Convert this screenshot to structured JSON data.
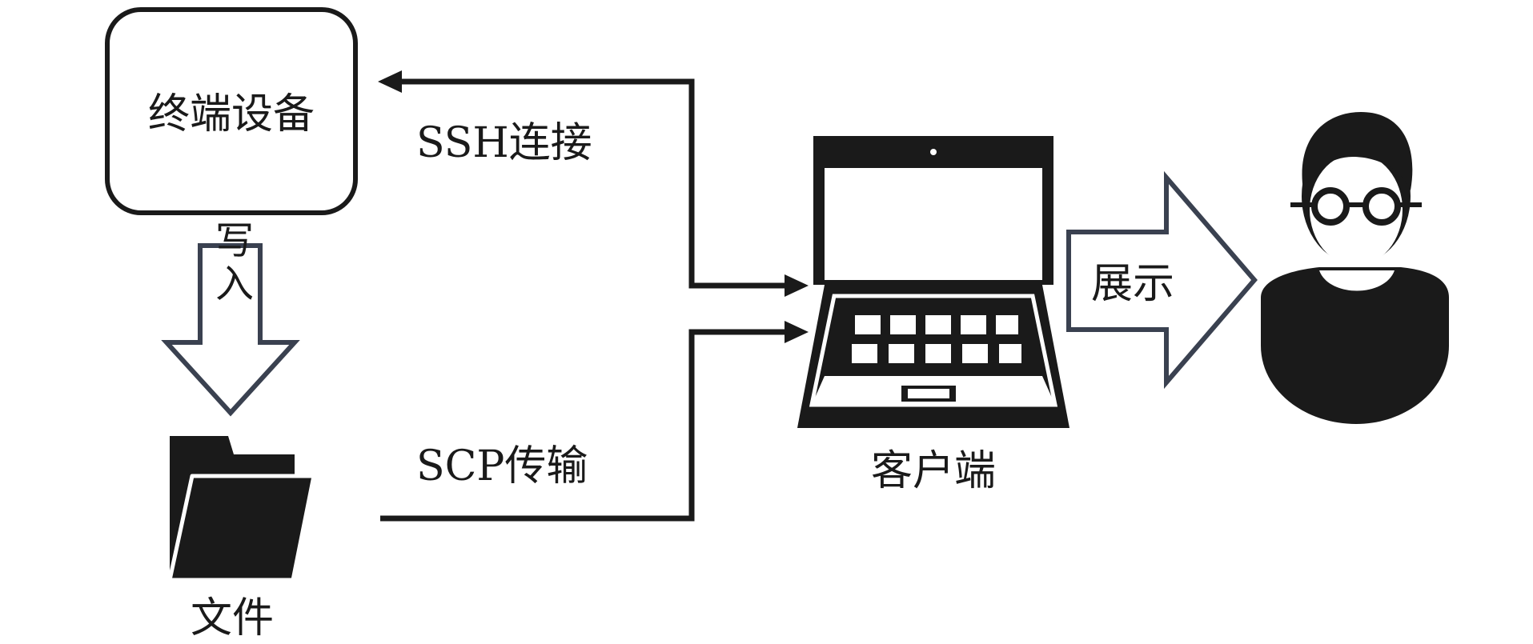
{
  "nodes": {
    "terminal_device": {
      "label": "终端设备"
    },
    "file": {
      "label": "文件"
    },
    "client": {
      "label": "客户端"
    },
    "user": {
      "label": ""
    }
  },
  "edges": {
    "write": {
      "label": "写入",
      "from": "终端设备",
      "to": "文件"
    },
    "ssh": {
      "label": "SSH连接",
      "from": "客户端",
      "to": "终端设备"
    },
    "scp": {
      "label": "SCP传输",
      "from": "文件",
      "to": "客户端"
    },
    "display": {
      "label": "展示",
      "from": "客户端",
      "to": "user"
    }
  },
  "colors": {
    "ink": "#1a1a1a",
    "arrow_outline": "#3a4150",
    "background": "#ffffff"
  }
}
